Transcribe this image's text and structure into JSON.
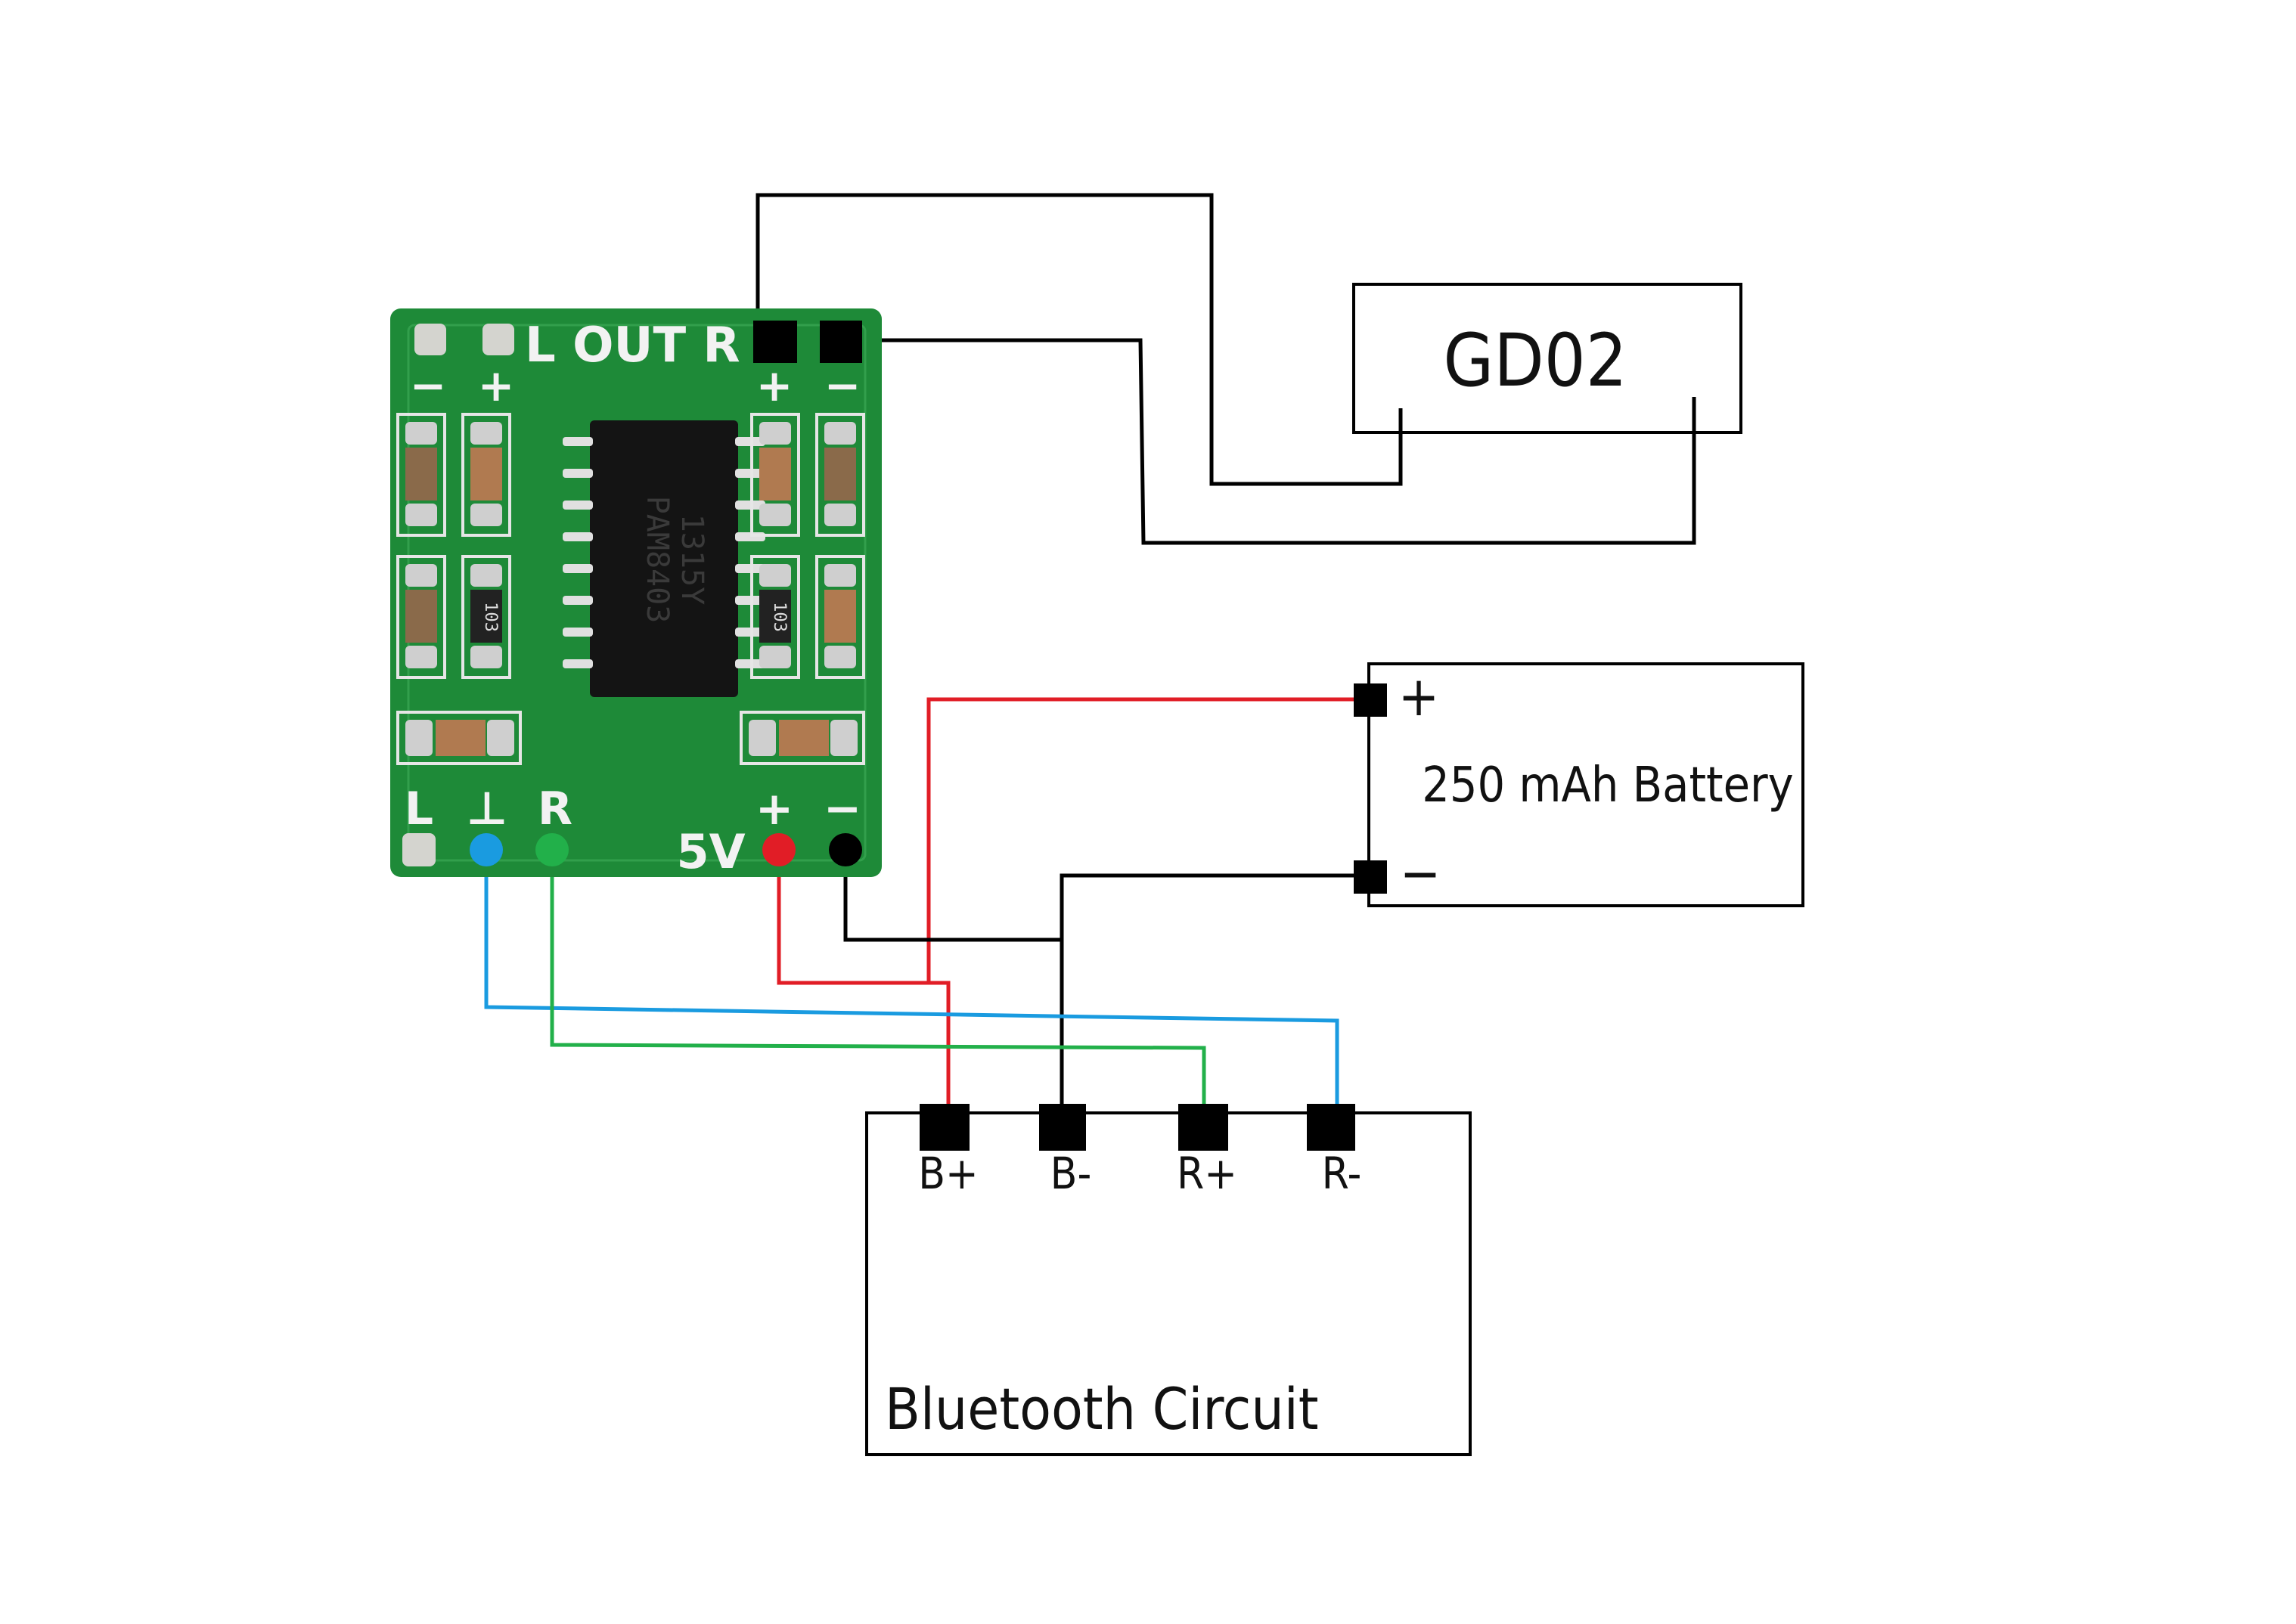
{
  "amplifier_board": {
    "chip_part_number": "PAM8403",
    "chip_code": "1315Y",
    "out_label": "L OUT R",
    "out_polarity_left": [
      "−",
      "+"
    ],
    "out_polarity_right": [
      "+",
      "−"
    ],
    "in_labels": {
      "left": "L",
      "ground": "⊥",
      "right": "R"
    },
    "power_label": "5V",
    "power_plus": "+",
    "power_minus": "−",
    "resistor_code": "103",
    "pcb_color": "#1e8a38"
  },
  "speaker": {
    "label": "GD02"
  },
  "battery": {
    "label": "250 mAh Battery",
    "plus": "+",
    "minus": "−"
  },
  "bluetooth": {
    "label": "Bluetooth Circuit",
    "pins": [
      "B+",
      "B-",
      "R+",
      "R-"
    ]
  },
  "wire_colors": {
    "power_positive": "#e11d26",
    "ground": "#000000",
    "signal_ground": "#1a9be0",
    "signal_right": "#22b04a",
    "speaker": "#000000"
  }
}
